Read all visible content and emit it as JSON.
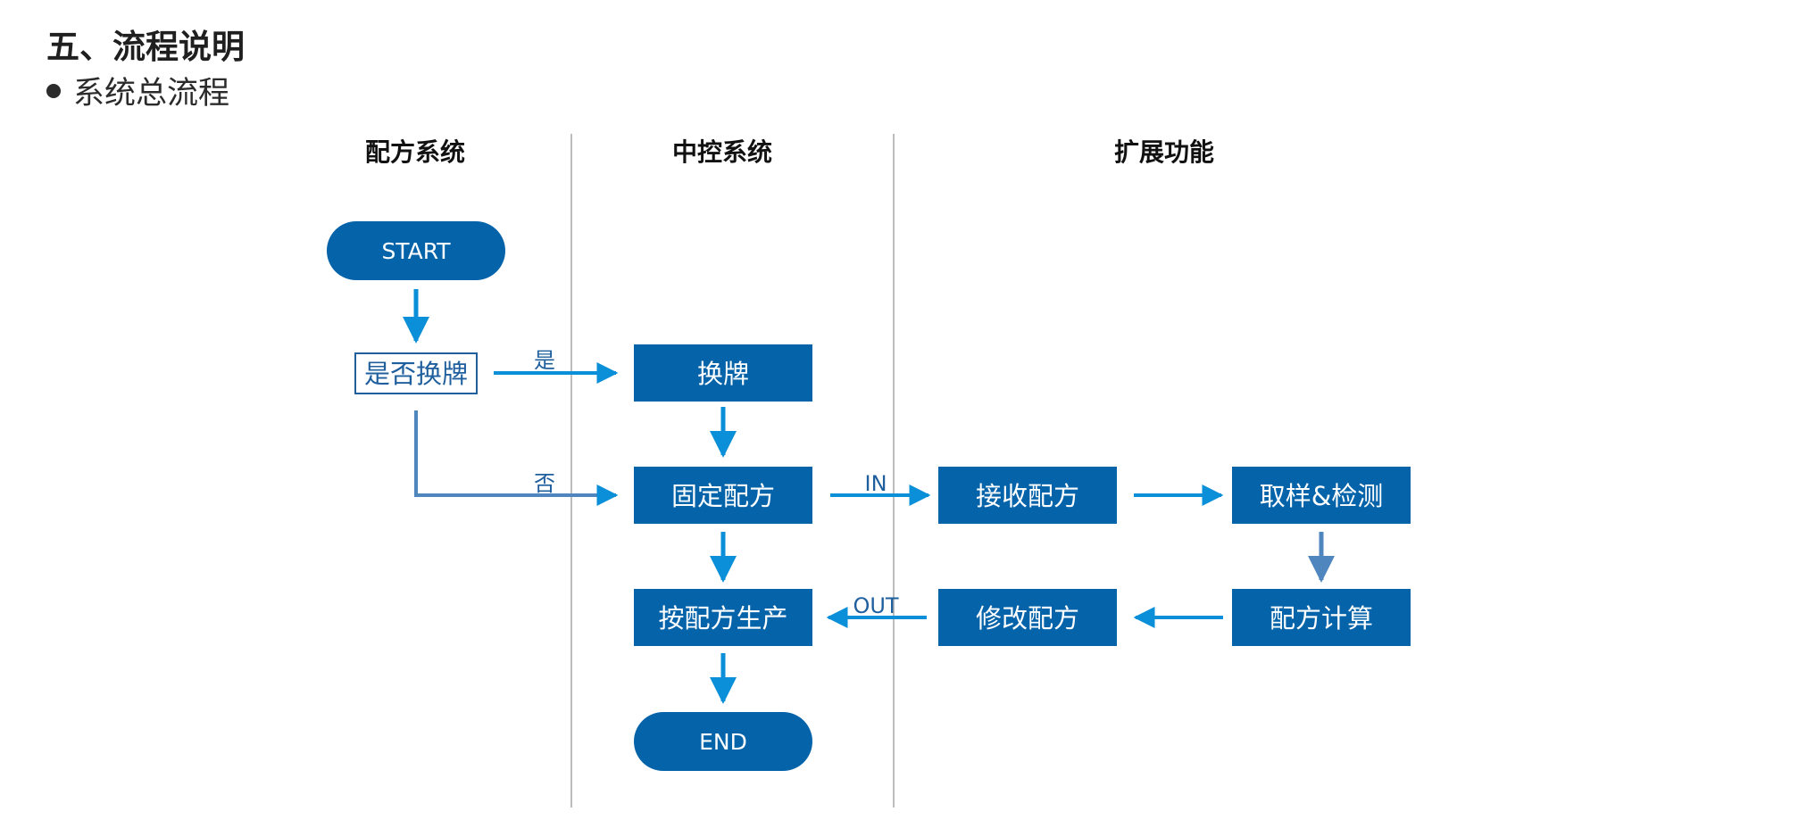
{
  "header": {
    "section_title": "五、流程说明",
    "subtitle": "系统总流程"
  },
  "lanes": {
    "recipe_system": "配方系统",
    "central_control": "中控系统",
    "extension": "扩展功能"
  },
  "nodes": {
    "start": "START",
    "decision_change": "是否换牌",
    "change_brand": "换牌",
    "fixed_recipe": "固定配方",
    "produce_by_recipe": "按配方生产",
    "end": "END",
    "receive_recipe": "接收配方",
    "sampling_testing": "取样&检测",
    "modify_recipe": "修改配方",
    "recipe_calculation": "配方计算"
  },
  "edge_labels": {
    "yes": "是",
    "no": "否",
    "in": "IN",
    "out": "OUT"
  },
  "colors": {
    "node_fill": "#0563AA",
    "arrow": "#0A8FD8",
    "arrow_muted": "#4F86BE",
    "decision_border": "#1f5f9e",
    "lane_divider": "#bdbdbd"
  }
}
